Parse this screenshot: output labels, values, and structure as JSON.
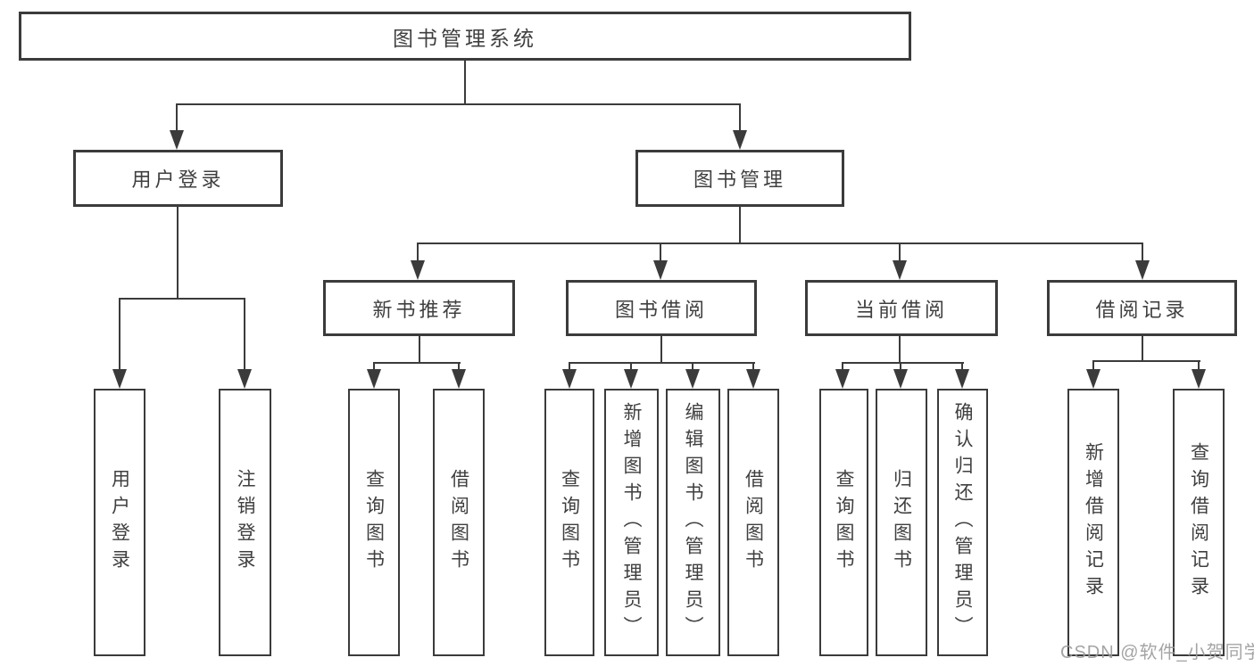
{
  "diagram_title": "图书管理系统",
  "nodes": {
    "root": "图书管理系统",
    "level2": [
      {
        "label": "用户登录"
      },
      {
        "label": "图书管理"
      }
    ],
    "level3": [
      {
        "label": "新书推荐",
        "parent": "图书管理"
      },
      {
        "label": "图书借阅",
        "parent": "图书管理"
      },
      {
        "label": "当前借阅",
        "parent": "图书管理"
      },
      {
        "label": "借阅记录",
        "parent": "图书管理"
      }
    ],
    "leaves": [
      {
        "label": "用户登录",
        "parent": "用户登录"
      },
      {
        "label": "注销登录",
        "parent": "用户登录"
      },
      {
        "label": "查询图书",
        "parent": "新书推荐"
      },
      {
        "label": "借阅图书",
        "parent": "新书推荐"
      },
      {
        "label": "查询图书",
        "parent": "图书借阅"
      },
      {
        "label": "新增图书（管理员）",
        "parent": "图书借阅"
      },
      {
        "label": "编辑图书（管理员）",
        "parent": "图书借阅"
      },
      {
        "label": "借阅图书",
        "parent": "图书借阅"
      },
      {
        "label": "查询图书",
        "parent": "当前借阅"
      },
      {
        "label": "归还图书",
        "parent": "当前借阅"
      },
      {
        "label": "确认归还（管理员）",
        "parent": "当前借阅"
      },
      {
        "label": "新增借阅记录",
        "parent": "借阅记录"
      },
      {
        "label": "查询借阅记录",
        "parent": "借阅记录"
      }
    ]
  },
  "watermark": "CSDN @软件_小贺同学",
  "colors": {
    "line": "#3b3b3b",
    "text": "#3f3f3f",
    "watermark": "#9b9b9b",
    "background": "#ffffff"
  }
}
